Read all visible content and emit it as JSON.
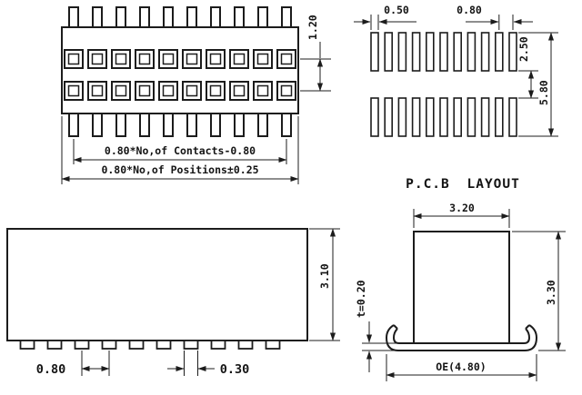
{
  "drawing": {
    "background": "#ffffff",
    "line_color": "#1c1c1c"
  },
  "front_view": {
    "pins_per_row": 10,
    "contacts_per_row": 10,
    "contact_rows": 2,
    "dim_row_pitch": "1.20",
    "dim_contacts": "0.80*No,of Contacts-0.80",
    "dim_positions": "0.80*No,of Positions±0.25"
  },
  "pcb_layout": {
    "label": "P.C.B  LAYOUT",
    "pads_per_row": 11,
    "pad_rows": 2,
    "dim_pad_width": "0.50",
    "dim_pad_pitch": "0.80",
    "dim_row_gap": "2.50",
    "dim_overall_height": "5.80"
  },
  "side_view": {
    "feet_count": 10,
    "dim_height": "3.10",
    "dim_foot_pitch": "0.80",
    "dim_foot_width": "0.30"
  },
  "end_view": {
    "dim_body_width": "3.20",
    "dim_height": "3.30",
    "dim_lead_thickness": "t=0.20",
    "dim_overall_width": "OE(4.80)"
  }
}
